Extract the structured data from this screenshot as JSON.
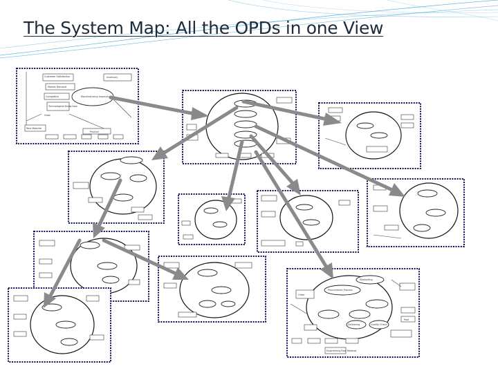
{
  "slide": {
    "title": "The System Map: All the OPDs in one View",
    "colors": {
      "panel_border": "#0a0f55",
      "arrow": "#8a8a8a",
      "title_text": "#1e2b3a",
      "swoosh": "#2f9fd6"
    }
  },
  "opds": [
    {
      "id": "opd-top-level",
      "labels": [
        "Customer Satisfaction",
        "Inventory",
        "Market Demand",
        "Competitor",
        "Manufacturing Improving",
        "Technological Know-How",
        "Grow",
        "Raw Material",
        "Product"
      ]
    },
    {
      "id": "opd-manufacturing-zoom",
      "labels": []
    },
    {
      "id": "opd-right-top",
      "labels": []
    },
    {
      "id": "opd-left-second",
      "labels": []
    },
    {
      "id": "opd-center-small",
      "labels": []
    },
    {
      "id": "opd-center-mid",
      "labels": []
    },
    {
      "id": "opd-right-mid",
      "labels": []
    },
    {
      "id": "opd-left-third",
      "labels": []
    },
    {
      "id": "opd-bottom-center",
      "labels": []
    },
    {
      "id": "opd-bottom-right",
      "labels": [
        "Stockpiling",
        "Procurement Process",
        "Order",
        "Delivering",
        "Quality Check",
        "Pool",
        "Engineering Raw Material"
      ]
    },
    {
      "id": "opd-bottom-left",
      "labels": []
    }
  ]
}
